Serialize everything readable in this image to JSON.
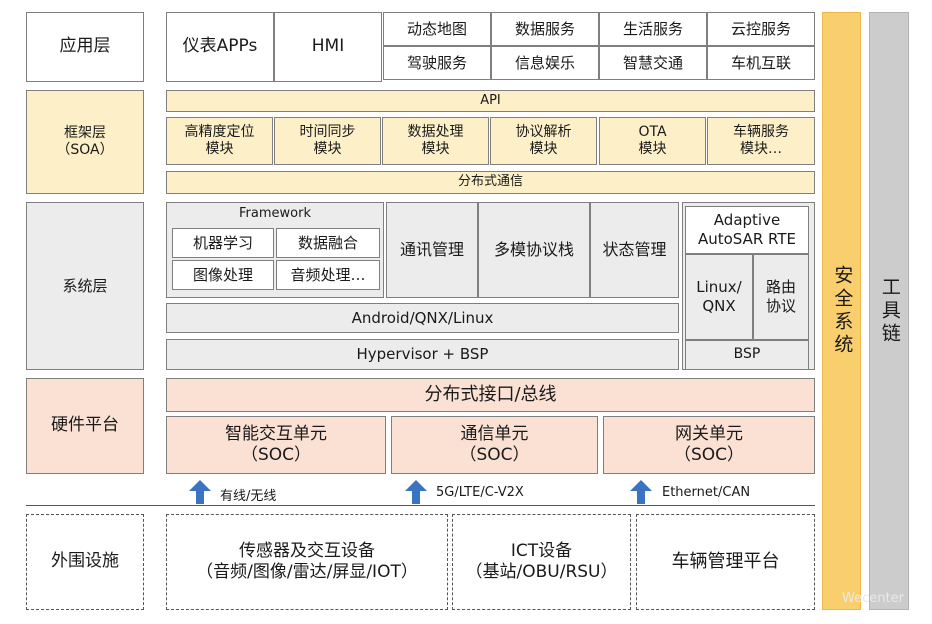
{
  "layers": {
    "app": "应用层",
    "framework_line1": "框架层",
    "framework_line2": "（SOA）",
    "system": "系统层",
    "hardware": "硬件平台",
    "peripheral": "外围设施"
  },
  "app_layer": {
    "instrument": "仪表APPs",
    "hmi": "HMI",
    "grid": [
      "动态地图",
      "数据服务",
      "生活服务",
      "云控服务",
      "驾驶服务",
      "信息娱乐",
      "智慧交通",
      "车机互联"
    ]
  },
  "framework_layer": {
    "api": "API",
    "modules": [
      {
        "line1": "高精度定位",
        "line2": "模块"
      },
      {
        "line1": "时间同步",
        "line2": "模块"
      },
      {
        "line1": "数据处理",
        "line2": "模块"
      },
      {
        "line1": "协议解析",
        "line2": "模块"
      },
      {
        "line1": "OTA",
        "line2": "模块"
      },
      {
        "line1": "车辆服务",
        "line2": "模块…"
      }
    ],
    "comm": "分布式通信"
  },
  "system_layer": {
    "framework_title": "Framework",
    "framework_items": [
      "机器学习",
      "数据融合",
      "图像处理",
      "音频处理…"
    ],
    "comm_mgmt": "通讯管理",
    "multi_protocol": "多模协议栈",
    "status_mgmt": "状态管理",
    "os": "Android/QNX/Linux",
    "hypervisor": "Hypervisor + BSP",
    "autosar_line1": "Adaptive",
    "autosar_line2": "AutoSAR RTE",
    "linux_qnx_line1": "Linux/",
    "linux_qnx_line2": "QNX",
    "routing_line1": "路由",
    "routing_line2": "协议",
    "bsp": "BSP"
  },
  "hardware_layer": {
    "bus": "分布式接口/总线",
    "units": [
      {
        "line1": "智能交互单元",
        "line2": "（SOC）"
      },
      {
        "line1": "通信单元",
        "line2": "（SOC）"
      },
      {
        "line1": "网关单元",
        "line2": "（SOC）"
      }
    ]
  },
  "links": {
    "wired": "有线/无线",
    "cellular": "5G/LTE/C-V2X",
    "ethernet": "Ethernet/CAN"
  },
  "peripheral_layer": {
    "sensors_line1": "传感器及交互设备",
    "sensors_line2": "（音频/图像/雷达/屏显/IOT）",
    "ict_line1": "ICT设备",
    "ict_line2": "（基站/OBU/RSU）",
    "vehicle_platform": "车辆管理平台"
  },
  "side": {
    "security": "安全系统",
    "toolchain": "工具链"
  },
  "watermark": "Wecenter",
  "colors": {
    "framework_fill": "#fdf0c8",
    "system_fill": "#ececec",
    "hardware_fill": "#fbe1d4",
    "security_fill": "#f9cf6e",
    "toolchain_fill": "#cccccc",
    "arrow": "#3b73c4"
  }
}
